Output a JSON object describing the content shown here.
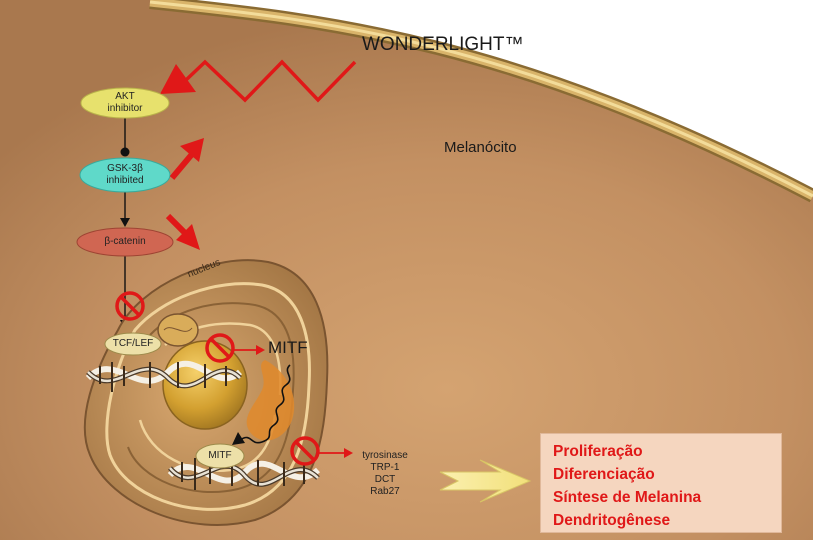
{
  "title": "WONDERLIGHT™",
  "cell_label": "Melanócito",
  "nucleus_label": "nucleus",
  "nodes": {
    "akt": [
      "AKT",
      "inhibitor"
    ],
    "gsk": [
      "GSK-3β",
      "inhibited"
    ],
    "catenin": "β-catenin",
    "tcf": "TCF/LEF",
    "mitf_box": "MITF"
  },
  "mitf_label": "MITF",
  "targets": [
    "tyrosinase",
    "TRP-1",
    "DCT",
    "Rab27"
  ],
  "effects": [
    "Proliferação",
    "Diferenciação",
    "Síntese de Melanina",
    "Dendritogênese"
  ],
  "colors": {
    "cell_body": "#c49160",
    "membrane": "#c4a05c",
    "akt_node": "#e7e16d",
    "gsk_node": "#5fd9c9",
    "catenin_node": "#d06652",
    "tcf_node": "#ede0a8",
    "signal_red": "#e01818",
    "effect_box": "#f5d6bf"
  }
}
